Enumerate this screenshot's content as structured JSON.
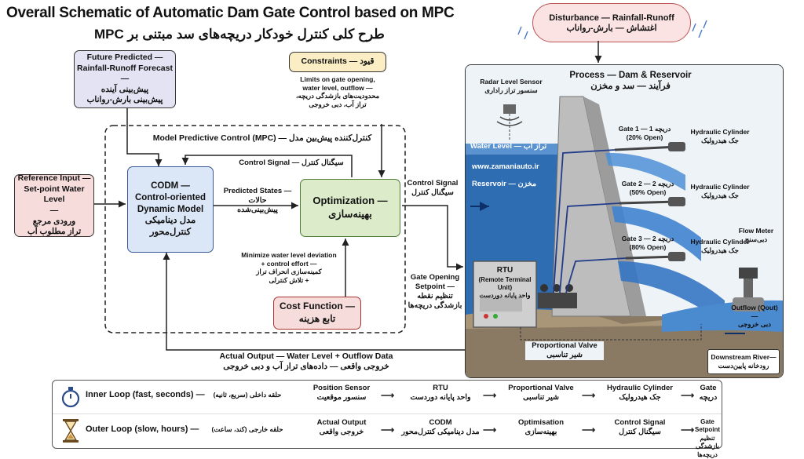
{
  "title_en": "Overall Schematic of Automatic Dam Gate Control based on MPC",
  "title_fa": "طرح کلی کنترل خودکار دریچه‌های سد مبتنی بر MPC",
  "disturbance": {
    "line1": "Disturbance — Rainfall-Runoff",
    "line2": "اغتشاش — بارش-رواناب"
  },
  "forecast": {
    "line1": "Future Predicted —",
    "line2": "Rainfall-Runoff Forecast",
    "line3": "—",
    "line4": "پیش‌بینی آینده",
    "line5": "پیش‌بینی بارش-رواناب"
  },
  "constraints": {
    "title": "Constraints — قیود",
    "text1": "Limits on gate opening,",
    "text2": "water level, outflow —",
    "text3": "محدودیت‌های بازشدگی دریچه،",
    "text4": "تراز آب، دبی خروجی"
  },
  "mpc_label": "Model Predictive Control (MPC) — کنترل‌کننده پیش‌بین مدل",
  "reference": {
    "line1": "Reference Input —",
    "line2": "Set-point Water Level",
    "line3": "—",
    "line4": "ورودی مرجع",
    "line5": "تراز مطلوب آب"
  },
  "codm": {
    "line1": "CODM —",
    "line2": "Control-oriented",
    "line3": "Dynamic Model",
    "line4": "مدل دینامیکی",
    "line5": "کنترل‌محور"
  },
  "control_signal_inner": "Control Signal — سیگنال کنترل",
  "predicted_states": {
    "line1": "Predicted States —",
    "line2": "حالات",
    "line3": "پیش‌بینی‌شده"
  },
  "optimization": {
    "line1": "Optimization —",
    "line2": "بهینه‌سازی"
  },
  "cost_note": {
    "line1": "Minimize water level deviation",
    "line2": "+ control effort —",
    "line3": "کمینه‌سازی انحراف تراز",
    "line4": "+ تلاش کنترلی"
  },
  "cost_function": {
    "line1": "Cost Function —",
    "line2": "تابع هزینه"
  },
  "control_signal_out": {
    "line1": "Control Signal",
    "line2": "سیگنال کنترل"
  },
  "gate_setpoint": {
    "line1": "Gate Opening",
    "line2": "Setpoint —",
    "line3": "تنظیم نقطه",
    "line4": "بازشدگی دریچه‌ها"
  },
  "actual_output": {
    "line1": "Actual Output — Water Level + Outflow Data",
    "line2": "خروجی واقعی — داده‌های تراز آب و دبی خروجی"
  },
  "process": {
    "title1": "Process — Dam & Reservoir",
    "title2": "فرآیند — سد و مخزن",
    "radar1": "Radar Level Sensor",
    "radar2": "سنسور تراز راداری",
    "water_level": "Water Level — تراز آب",
    "website": "www.zamaniauto.ir",
    "reservoir": "Reservoir — مخزن",
    "gates": [
      {
        "name": "Gate 1 — دریچه 1",
        "open": "(20% Open)"
      },
      {
        "name": "Gate 2 — دریچه 2",
        "open": "(50% Open)"
      },
      {
        "name": "Gate 3 — دریچه 2",
        "open": "(80% Open)"
      }
    ],
    "cyl_en": "Hydraulic Cylinder",
    "cyl_fa": "جک هیدرولیک",
    "flow_meter1": "Flow Meter",
    "flow_meter2": "دبی‌سنج",
    "outflow1": "Outflow (Qout) —",
    "outflow2": "دبی خروجی",
    "rtu1": "RTU",
    "rtu2": "(Remote Terminal Unit)",
    "rtu3": "واحد پایانه دوردست",
    "valve1": "Proportional Valve",
    "valve2": "شیر تناسبی",
    "river1": "Downstream River—",
    "river2": "رودخانه پایین‌دست"
  },
  "inner_loop": {
    "label": "Inner Loop (fast, seconds) —",
    "label_fa": "(حلقه داخلی (سریع، ثانیه",
    "steps": [
      {
        "en": "Position Sensor",
        "fa": "سنسور موقعیت"
      },
      {
        "en": "RTU",
        "fa": "واحد پایانه دوردست"
      },
      {
        "en": "Proportional Valve",
        "fa": "شیر تناسبی"
      },
      {
        "en": "Hydraulic Cylinder",
        "fa": "جک هیدرولیک"
      },
      {
        "en": "Gate",
        "fa": "دریچه"
      }
    ]
  },
  "outer_loop": {
    "label": "Outer Loop (slow, hours) —",
    "label_fa": "(حلقه خارجی (کند، ساعت",
    "steps": [
      {
        "en": "Actual Output",
        "fa": "خروجی واقعی"
      },
      {
        "en": "CODM",
        "fa": "مدل دینامیکی کنترل‌محور"
      },
      {
        "en": "Optimisation",
        "fa": "بهینه‌سازی"
      },
      {
        "en": "Control Signal",
        "fa": "سیگنال کنترل"
      },
      {
        "en": "Gate Setpoint",
        "fa": "تنظیم بازشدگی دریچه‌ها"
      }
    ]
  },
  "colors": {
    "blue_box": "#dbe6f6",
    "green_box": "#dcebc9",
    "red_box": "#f7dcdc",
    "yellow_box": "#fbeec4",
    "purple_box": "#e4e3f3"
  }
}
